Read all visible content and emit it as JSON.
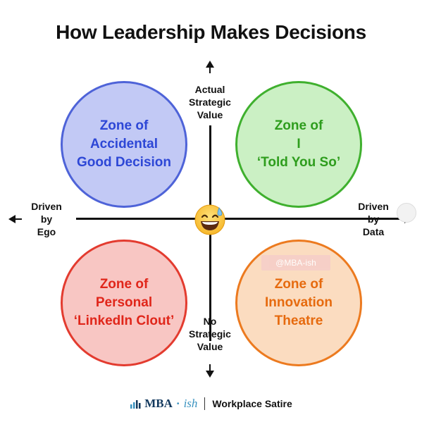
{
  "title": "How Leadership Makes Decisions",
  "axes": {
    "top": [
      "Actual",
      "Strategic",
      "Value"
    ],
    "bottom": [
      "No",
      "Strategic",
      "Value"
    ],
    "left": [
      "Driven",
      "by",
      "Ego"
    ],
    "right": [
      "Driven",
      "by",
      "Data"
    ]
  },
  "quadrants": {
    "top_left": {
      "lines": [
        "Zone of",
        "Accidental",
        "Good Decision"
      ],
      "fill": "#c2c9f5",
      "border": "#4e63d8",
      "text": "#2d47d6"
    },
    "top_right": {
      "lines": [
        "Zone of",
        "I",
        "‘Told You So’"
      ],
      "fill": "#cbf0c4",
      "border": "#3fb02e",
      "text": "#2e9d1d"
    },
    "bottom_left": {
      "lines": [
        "Zone of",
        "Personal",
        "‘LinkedIn Clout’"
      ],
      "fill": "#f8c6c3",
      "border": "#e33b2f",
      "text": "#e0261a"
    },
    "bottom_right": {
      "lines": [
        "Zone of",
        "Innovation",
        "Theatre"
      ],
      "fill": "#fbdcc0",
      "border": "#ec7a1f",
      "text": "#e66a0e"
    }
  },
  "watermark": "@MBA-ish",
  "footer": {
    "brand_main": "MBA",
    "brand_sep": "·",
    "brand_suffix": "ish",
    "tagline": "Workplace Satire"
  },
  "center_icon": "sweat-smile-emoji"
}
